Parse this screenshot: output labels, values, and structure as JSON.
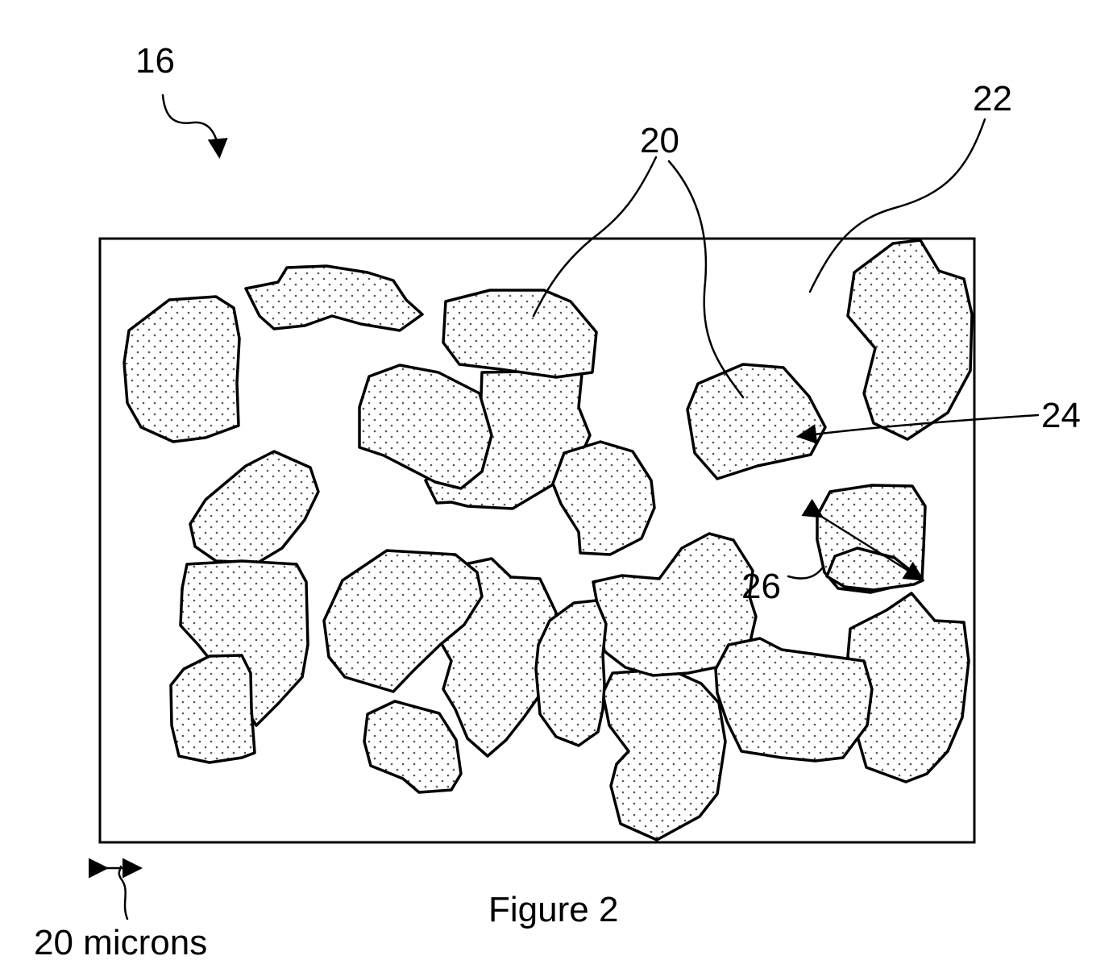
{
  "figure": {
    "caption": "Figure 2",
    "ref_16": "16",
    "ref_20": "20",
    "ref_22": "22",
    "ref_24": "24",
    "ref_26": "26",
    "scale_label": "20 microns"
  }
}
